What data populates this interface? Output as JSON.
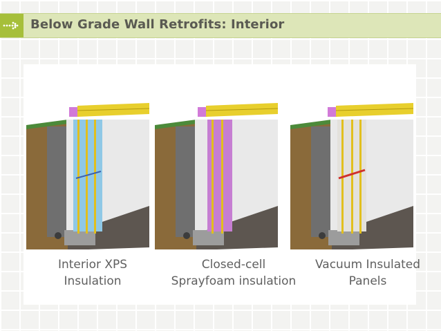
{
  "header": {
    "title": "Below Grade Wall Retrofits: Interior",
    "icon": "dotted-arrow-right-icon",
    "accent_color": "#a6bf3a",
    "bar_color": "#dde6b8"
  },
  "diagrams": [
    {
      "caption_line1": "Interior XPS",
      "caption_line2": "Insulation",
      "insulation_color": "#8fc8e6"
    },
    {
      "caption_line1": "Closed-cell",
      "caption_line2": "Sprayfoam insulation",
      "insulation_color": "#c67ed2"
    },
    {
      "caption_line1": "Vacuum Insulated",
      "caption_line2": "Panels",
      "insulation_color": "#e3e1dc"
    }
  ]
}
